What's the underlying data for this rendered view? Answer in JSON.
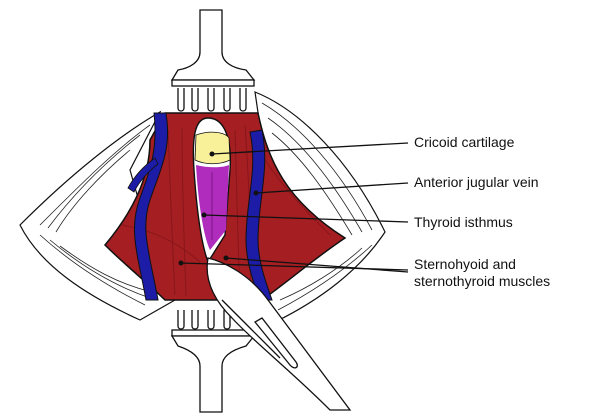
{
  "labels": {
    "cricoid": "Cricoid cartilage",
    "jugular": "Anterior jugular vein",
    "isthmus": "Thyroid isthmus",
    "strap_line1": "Sternohyoid and",
    "strap_line2": "sternothyroid muscles"
  },
  "colors": {
    "muscle": "#a41e22",
    "vein": "#1c1ca6",
    "cartilage": "#f8f19a",
    "thyroid": "#b02cbc",
    "outline": "#111111"
  }
}
